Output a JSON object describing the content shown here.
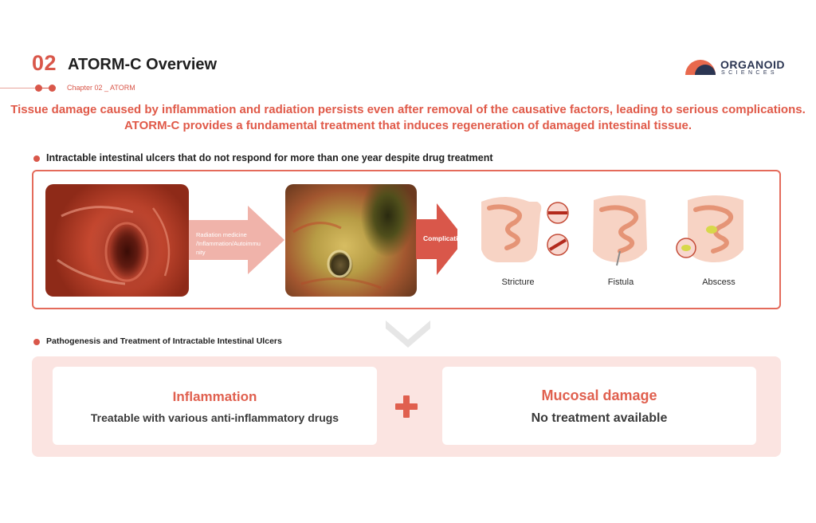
{
  "header": {
    "chapter_number": "02",
    "title": "ATORM-C Overview",
    "subtitle": "Chapter 02 _ ATORM"
  },
  "logo": {
    "word1": "ORGANOID",
    "word2": "SCIENCES",
    "colors": [
      "#e8694d",
      "#2b3552"
    ]
  },
  "headline": {
    "line1": "Tissue damage caused by inflammation and radiation persists even after removal of the causative factors, leading to serious complications.",
    "line2": "ATORM-C provides a fundamental treatment that induces regeneration of damaged intestinal tissue."
  },
  "section1": {
    "title": "Intractable intestinal ulcers that do not respond for more than one year despite drug treatment",
    "arrow1_lines": [
      "Radiation medicine",
      "/Inflammation/Autoimmu",
      "nity"
    ],
    "arrow2_label": "Complication",
    "complications": [
      {
        "label": "Stricture"
      },
      {
        "label": "Fistula"
      },
      {
        "label": "Abscess"
      }
    ]
  },
  "section2": {
    "title": "Pathogenesis and Treatment of Intractable Intestinal Ulcers",
    "left_card": {
      "title": "Inflammation",
      "text": "Treatable with various anti-inflammatory drugs"
    },
    "right_card": {
      "title": "Mucosal damage",
      "text": "No treatment available"
    }
  },
  "colors": {
    "accent": "#d9574a",
    "headline": "#e05a49",
    "panel_border": "#e46b5b",
    "panel_fill": "#fbe4e1",
    "arrow_light": "#f0b3aa",
    "arrow_dark": "#d9574a"
  }
}
